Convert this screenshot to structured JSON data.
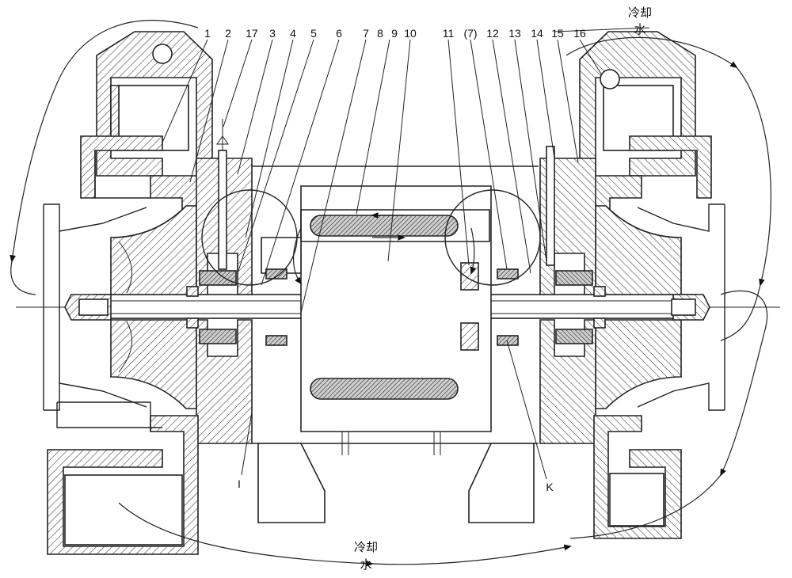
{
  "part_labels": [
    "1",
    "2",
    "17",
    "3",
    "4",
    "5",
    "6",
    "7",
    "8",
    "9",
    "10",
    "11",
    "(7)",
    "12",
    "13",
    "14",
    "15",
    "16"
  ],
  "detail_labels": {
    "left": "I",
    "right": "K"
  },
  "annotations": {
    "cooling_top": "冷却",
    "cooling_top_sub": "水",
    "cooling_bottom": "冷却",
    "cooling_bottom_sub": "水"
  }
}
